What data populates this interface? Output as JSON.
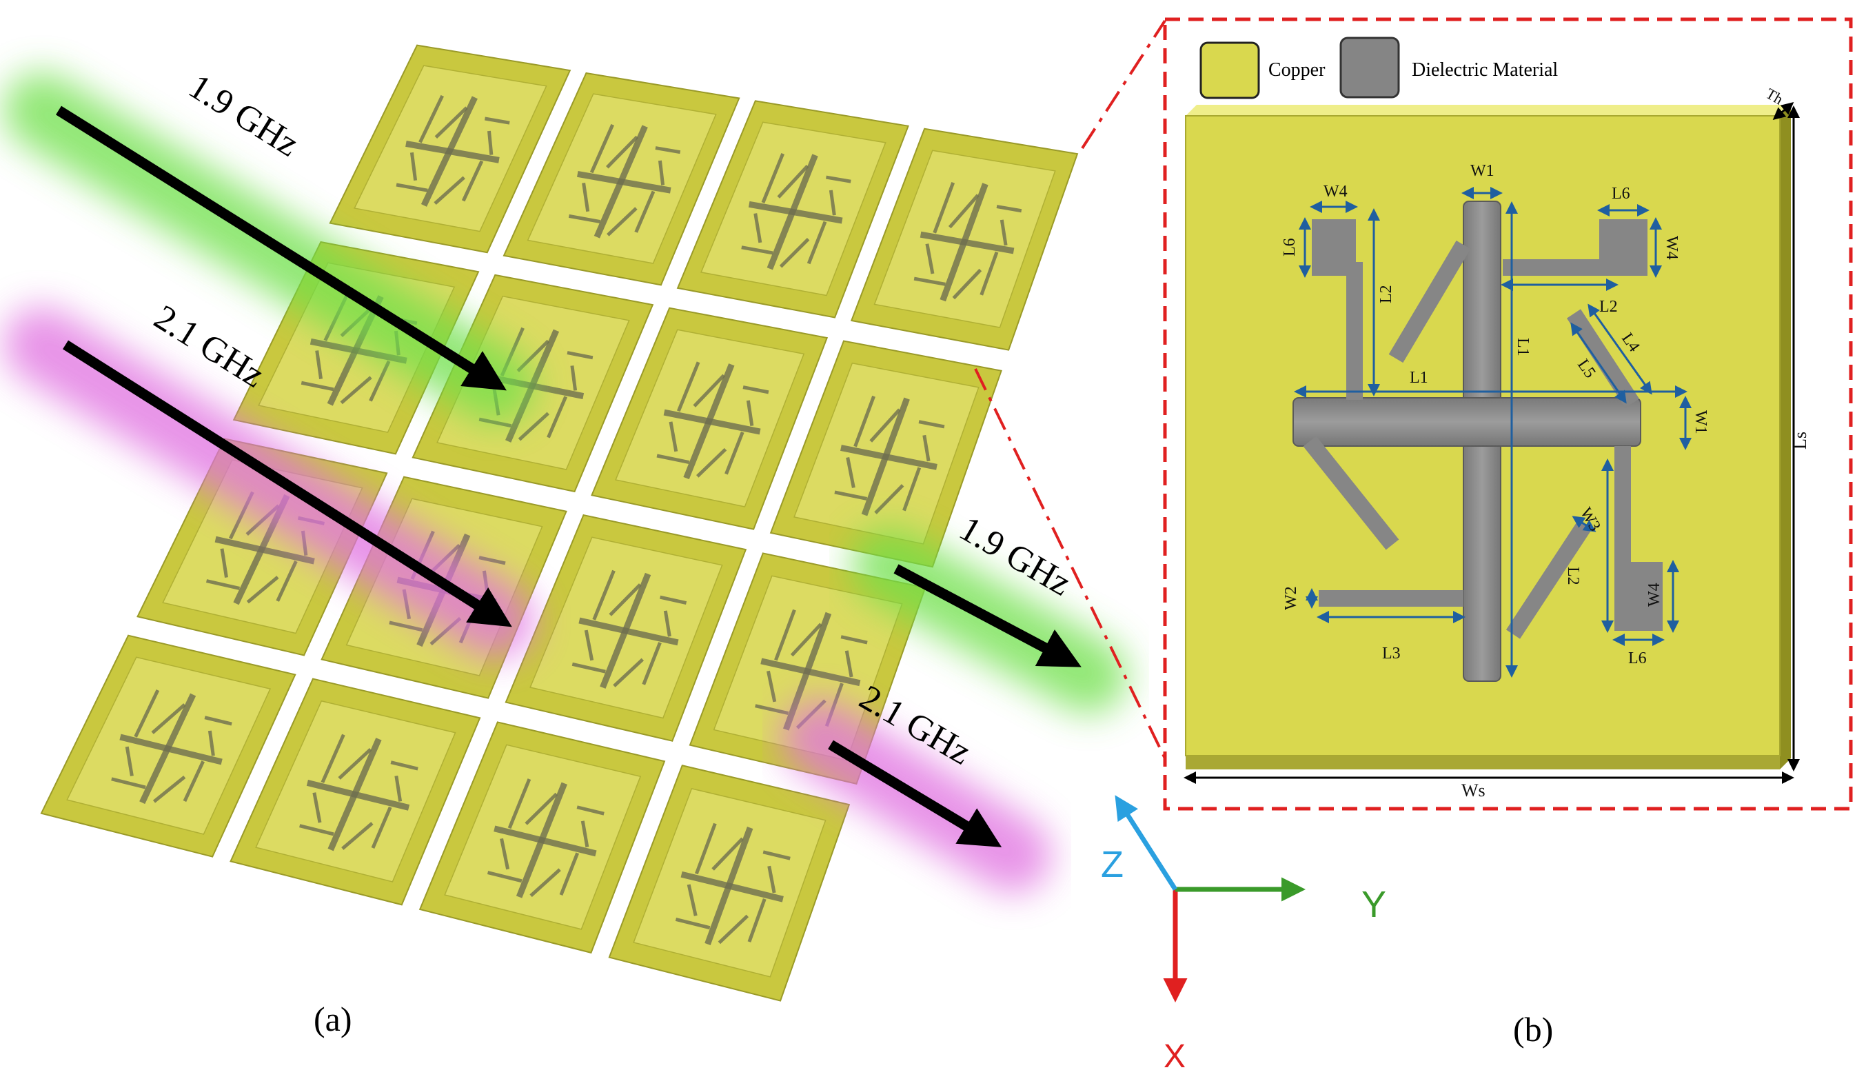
{
  "panel_a": {
    "caption": "(a)",
    "waves": {
      "incident_1": "1.9 GHz",
      "incident_2": "2.1 GHz",
      "transmitted_1": "1.9 GHz",
      "transmitted_2": "2.1 GHz"
    },
    "array": {
      "rows": 4,
      "cols": 4
    }
  },
  "panel_b": {
    "caption": "(b)",
    "legend": {
      "copper": "Copper",
      "dielectric": "Dielectric Material"
    },
    "dims": {
      "W1_top": "W1",
      "W4_top": "W4",
      "L6_top_left": "L6",
      "L2_left": "L2",
      "L6_top_right": "L6",
      "W4_right_top": "W4",
      "L2_top_right": "L2",
      "L1_vertical": "L1",
      "L4": "L4",
      "L5": "L5",
      "L1_horizontal": "L1",
      "W1_right": "W1",
      "W3": "W3",
      "L2_bottom_right": "L2",
      "W4_bottom_right": "W4",
      "W2": "W2",
      "L3": "L3",
      "L6_bottom_right": "L6",
      "Ls": "Ls",
      "Ws": "Ws",
      "Th": "Th"
    }
  },
  "axes": {
    "x": "X",
    "y": "Y",
    "z": "Z"
  },
  "colors": {
    "copper": "#d9d84e",
    "copper_edge": "#8f8f20",
    "dielectric": "#8a8a8a",
    "green_glow": "#6ee04a",
    "magenta_glow": "#e070e0",
    "red_dash": "#e02020",
    "dim_blue": "#1f5fa0",
    "axis_x": "#e02020",
    "axis_y": "#3a9a2a",
    "axis_z": "#2aa0e0"
  }
}
